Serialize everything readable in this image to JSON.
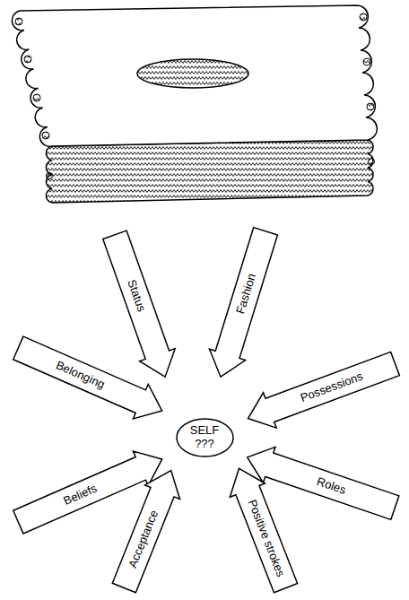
{
  "diagram": {
    "nodes": [
      {
        "text": [
          "Status"
        ]
      },
      {
        "text": [
          "Fashion"
        ]
      },
      {
        "text": [
          "Belonging"
        ]
      },
      {
        "text": [
          "Possessions"
        ]
      },
      {
        "text": [
          "SELF ???"
        ]
      },
      {
        "text": [
          "Beliefs"
        ]
      },
      {
        "text": [
          "Roles"
        ]
      },
      {
        "text": [
          "Acceptance"
        ]
      },
      {
        "text": [
          "Positive strokes"
        ]
      }
    ]
  }
}
